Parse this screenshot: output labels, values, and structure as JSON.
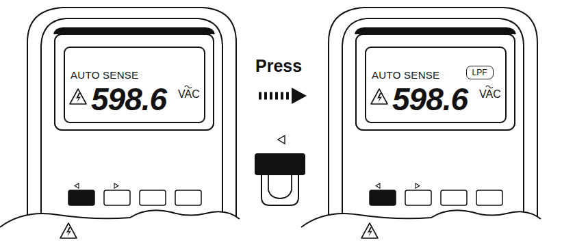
{
  "diagram": {
    "nodes": [
      {
        "text": [
          "AUTO SENSE",
          "598.6",
          "VAC"
        ]
      },
      {
        "text": [
          "AUTO SENSE",
          "598.6",
          "VAC"
        ]
      },
      {
        "text": [
          "LPF"
        ],
        "in": 1
      }
    ],
    "labels": [
      "Press"
    ]
  }
}
